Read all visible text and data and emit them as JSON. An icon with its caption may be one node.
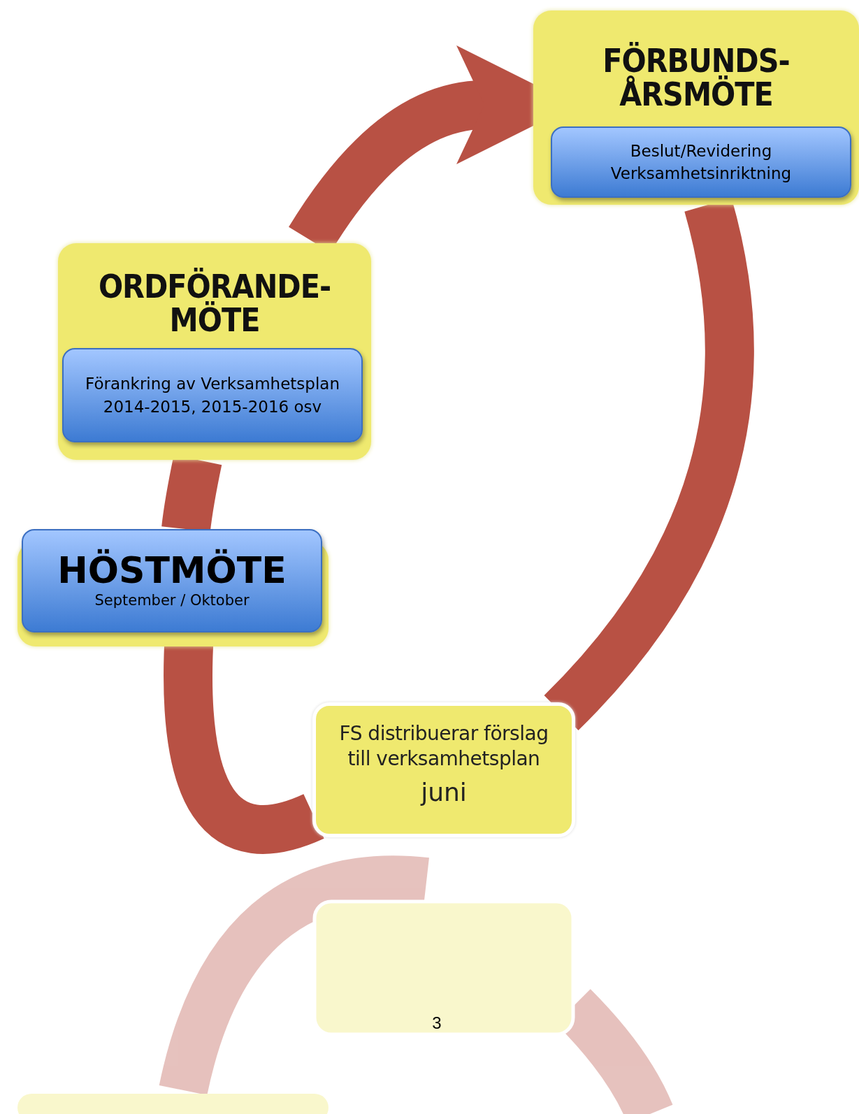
{
  "diagram": {
    "nodes": [
      {
        "text": [
          "ORDFÖRANDE- MÖTE"
        ]
      },
      {
        "text": [
          "Förankring av Verksamhetsplan 2014-2015, 2015-2016 osv"
        ],
        "in": 0
      },
      {
        "text": [
          "FÖRBUNDS- ÅRSMÖTE"
        ]
      },
      {
        "text": [
          "Beslut/Revidering Verksamhetsinriktning"
        ],
        "in": 2
      },
      {
        "text": [
          "HÖSTMÖTE",
          "September / Oktober"
        ]
      },
      {
        "text": [
          "FS distribuerar förslag till verksamhetsplan",
          "juni"
        ]
      }
    ],
    "edges": [
      {
        "from": 0,
        "to": 2,
        "arrow": "to"
      },
      {
        "from": 2,
        "to": 5,
        "arrow": "none"
      },
      {
        "from": 5,
        "to": 4,
        "arrow": "none"
      },
      {
        "from": 4,
        "to": 0,
        "arrow": "none"
      }
    ],
    "labels": [
      "3"
    ]
  }
}
